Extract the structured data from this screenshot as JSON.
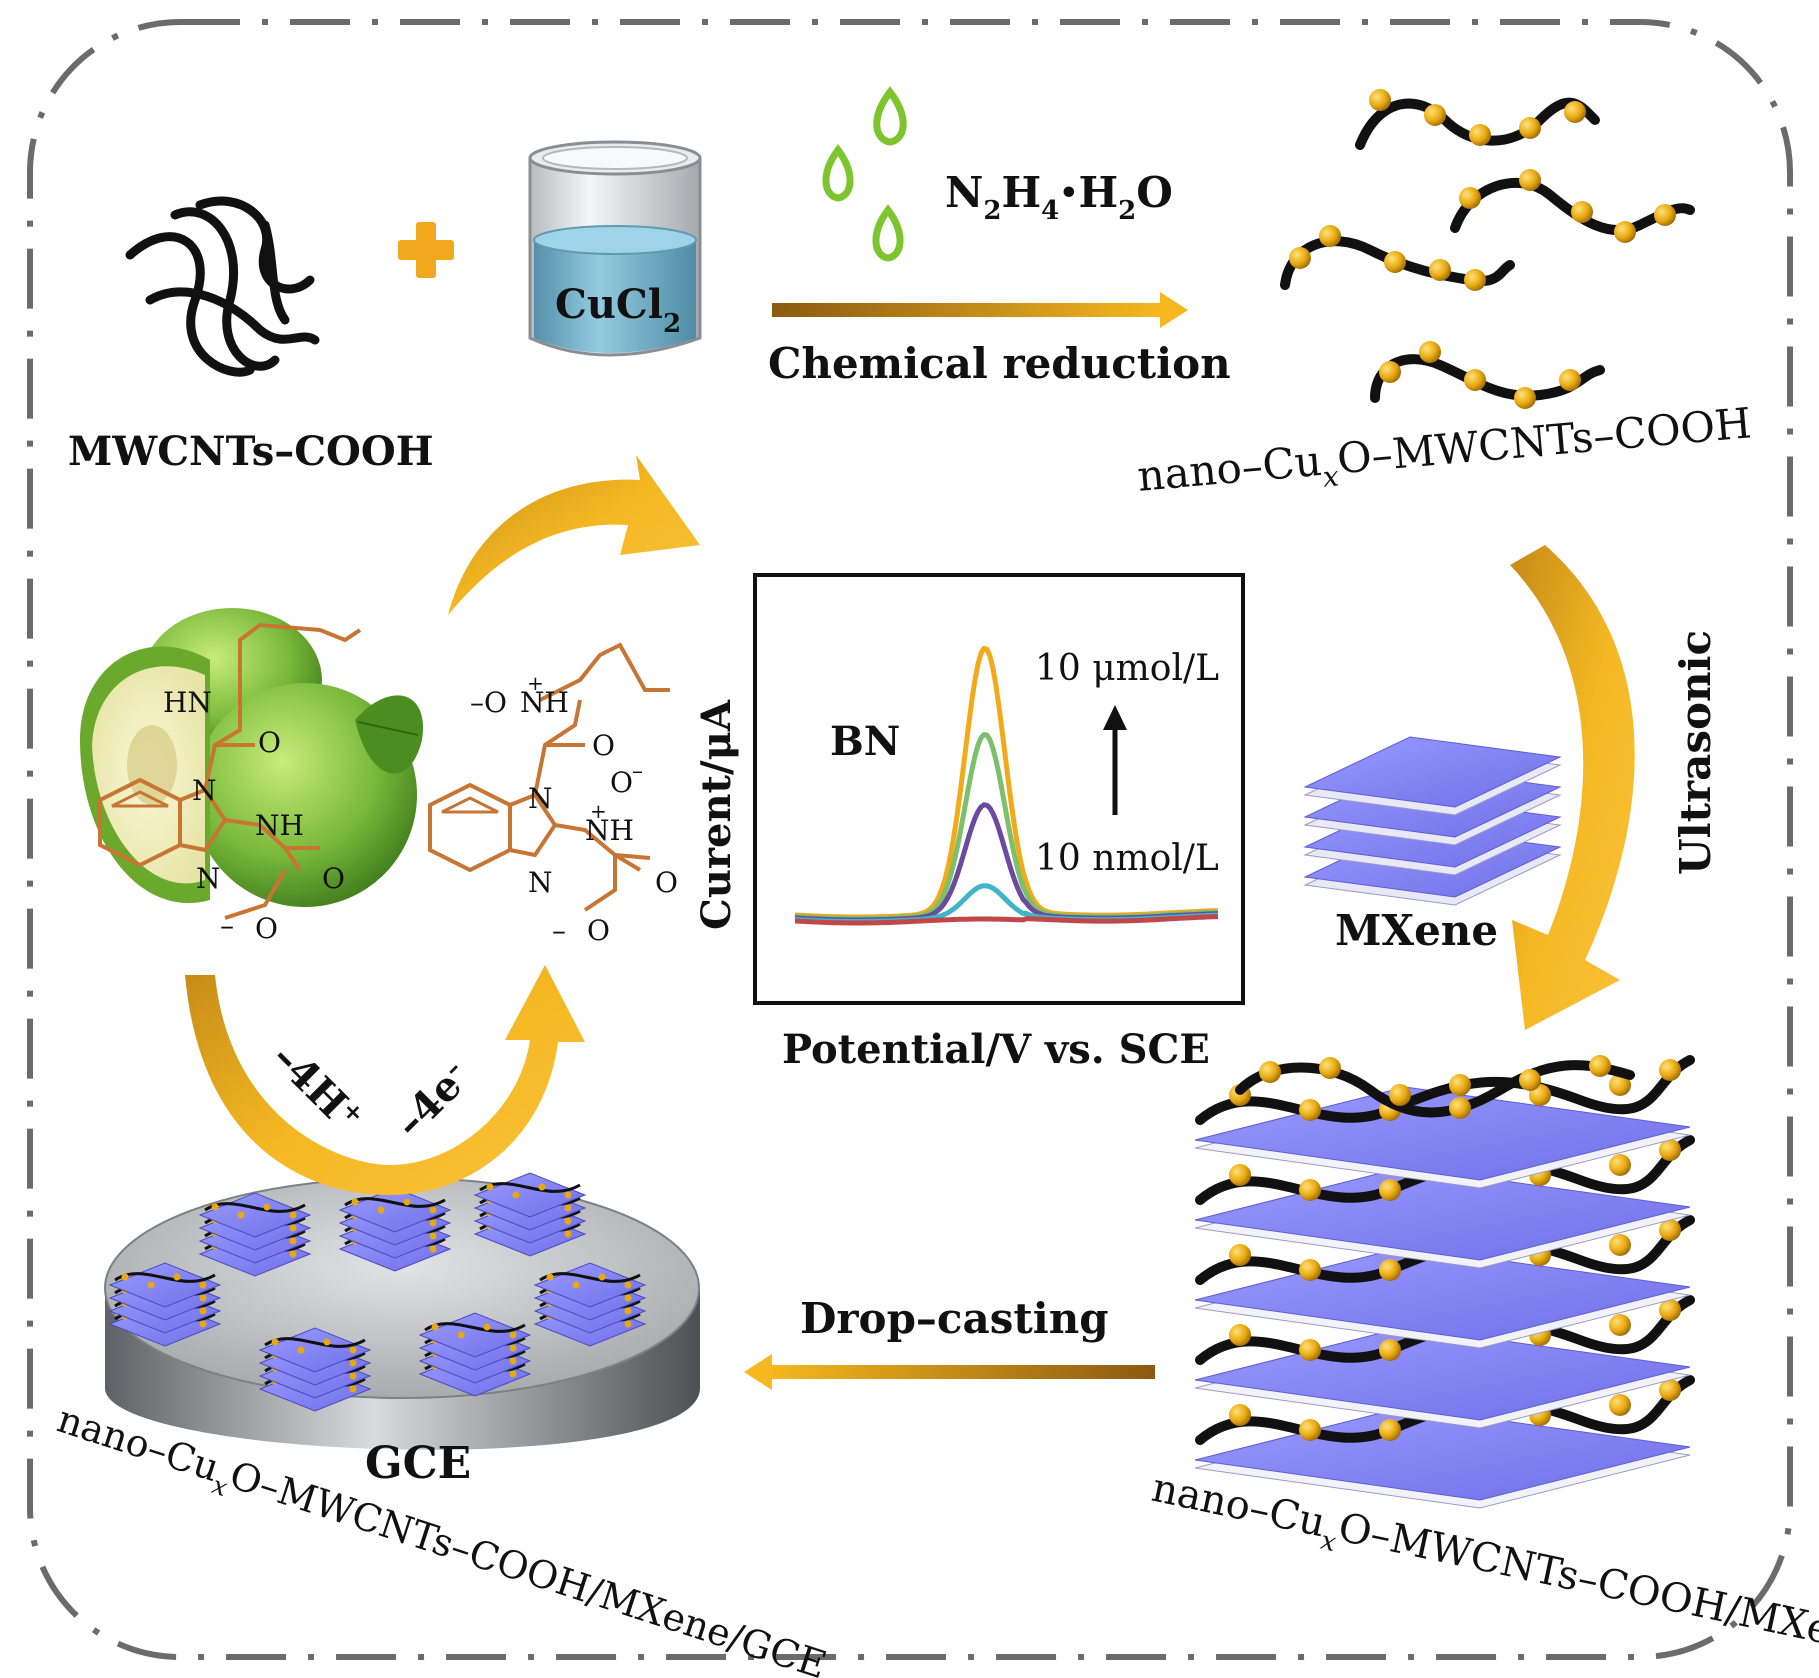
{
  "diagram": {
    "labels": {
      "mwcnts": "MWCNTs–COOH",
      "cucl2_main": "CuCl",
      "cucl2_sub": "2",
      "reagent_n": "N",
      "reagent_sub2": "2",
      "reagent_h": "H",
      "reagent_sub4": "4",
      "reagent_dot": "•",
      "reagent_h2": "H",
      "reagent_sub2b": "2",
      "reagent_o": "O",
      "chemical_reduction": "Chemical reduction",
      "product1_a": "nano–Cu",
      "product1_x": "x",
      "product1_b": "O–MWCNTs–COOH",
      "ultrasonic": "Ultrasonic",
      "mxene": "MXene",
      "product2_a": "nano–Cu",
      "product2_x": "x",
      "product2_b": "O–MWCNTs–COOH/MXene",
      "drop_casting": "Drop–casting",
      "gce": "GCE",
      "electrode_a": "nano–Cu",
      "electrode_x": "x",
      "electrode_b": "O–MWCNTs–COOH/MXene/GCE",
      "minus_4h": "–4H",
      "plus": "+",
      "minus_4e": "–4e",
      "minus": "–"
    },
    "molecule1": {
      "hn": "HN",
      "o1": "O",
      "n1": "N",
      "nh": "NH",
      "n2": "N",
      "o2": "O",
      "o3": "O",
      "minus": "–"
    },
    "molecule2": {
      "o_minus": "–O",
      "nh1": "NH",
      "plus1": "+",
      "o1": "O",
      "n1": "N",
      "o_minus2": "O",
      "minus2": "–",
      "nh2": "NH",
      "plus2": "+",
      "n2": "N",
      "o2": "O",
      "o3": "O",
      "minus3": "–"
    },
    "colors": {
      "arrow_orange": "#f2a91a",
      "mxene_blue": "#7b7bf0",
      "molecule_brown": "#c87533",
      "droplet_green": "#7cc52e",
      "cnt_black": "#111111",
      "particle_gold": "#e8a810"
    }
  },
  "chart_data": {
    "type": "line",
    "title": "BN",
    "xlabel": "Potential/V vs. SCE",
    "ylabel": "Curent/μA",
    "annotation_top": "10 μmol/L",
    "annotation_bottom": "10 nmol/L",
    "series": [
      {
        "color": "#f2a91a",
        "peak": 1.0
      },
      {
        "color": "#7cc06a",
        "peak": 0.68
      },
      {
        "color": "#6b4ba0",
        "peak": 0.42
      },
      {
        "color": "#3fb5c8",
        "peak": 0.12
      },
      {
        "color": "#c0474a",
        "peak": 0.0
      }
    ]
  }
}
